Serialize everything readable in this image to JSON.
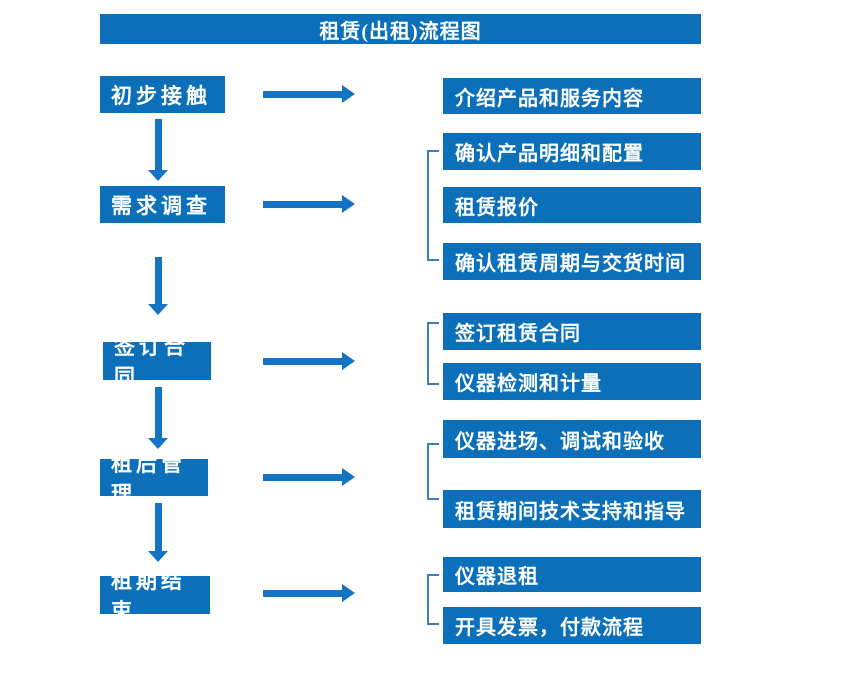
{
  "title": "租赁(出租)流程图",
  "colors": {
    "box": "#0b70b9",
    "arrow": "#1373c4",
    "bracket": "#3c7dc0",
    "text": "#ffffff"
  },
  "steps": [
    {
      "label": "初步接触",
      "outputs": [
        "介绍产品和服务内容"
      ]
    },
    {
      "label": "需求调查",
      "outputs": [
        "确认产品明细和配置",
        "租赁报价",
        "确认租赁周期与交货时间"
      ]
    },
    {
      "label": "签订合同",
      "outputs": [
        "签订租赁合同",
        "仪器检测和计量"
      ]
    },
    {
      "label": "租后管理",
      "outputs": [
        "仪器进场、调试和验收",
        "租赁期间技术支持和指导"
      ]
    },
    {
      "label": "租期结束",
      "outputs": [
        "仪器退租",
        "开具发票，付款流程"
      ]
    }
  ]
}
